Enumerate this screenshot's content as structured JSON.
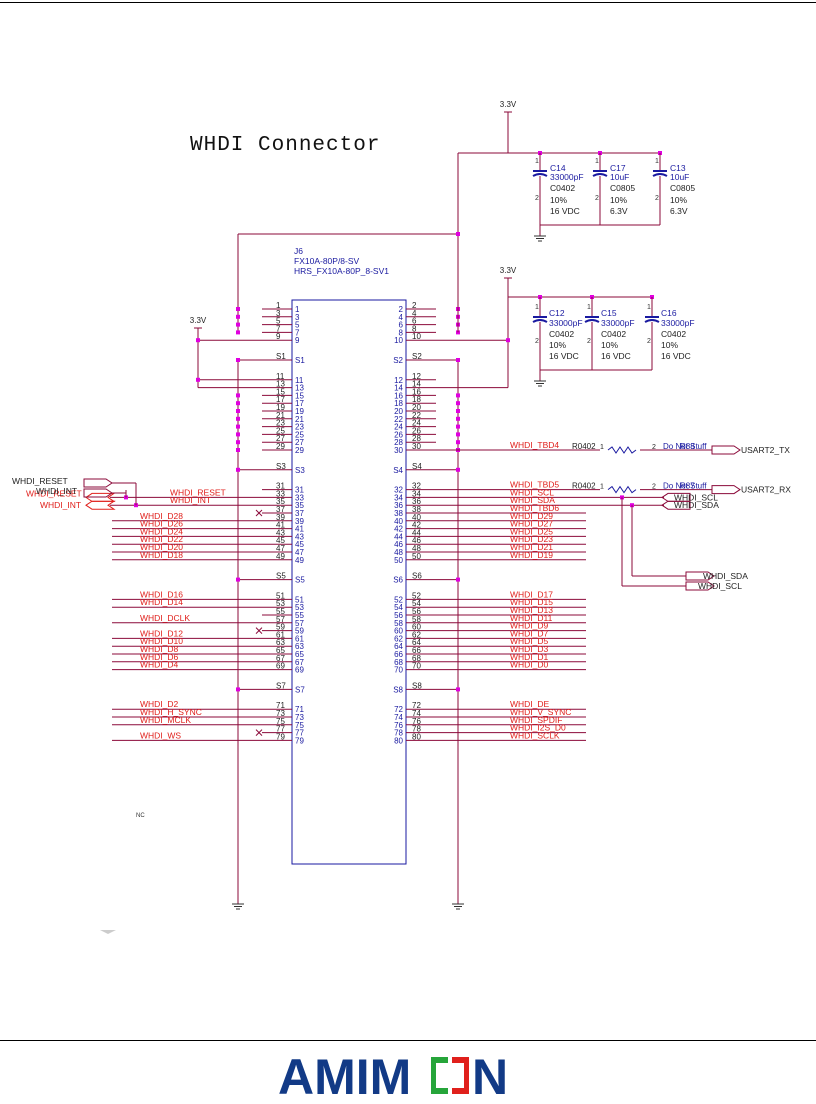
{
  "page": {
    "title": "WHDI Connector",
    "logo_text": "AMIMON",
    "colors": {
      "wire": "#8b0a3a",
      "label_red": "#e0201c",
      "component": "#1a1aa0",
      "junction": "#e000e0",
      "ground": "#303030",
      "logo_blue": "#123a86",
      "logo_green": "#26a53a",
      "logo_red": "#e0201c"
    }
  },
  "connector": {
    "ref": "J6",
    "part": "FX10A-80P/8-SV",
    "footprint": "HRS_FX10A-80P_8-SV1",
    "left_pins": [
      "1",
      "3",
      "5",
      "7",
      "9",
      "S1",
      "11",
      "13",
      "15",
      "17",
      "19",
      "21",
      "23",
      "25",
      "27",
      "29",
      "S3",
      "31",
      "33",
      "35",
      "37",
      "39",
      "41",
      "43",
      "45",
      "47",
      "49",
      "S5",
      "51",
      "53",
      "55",
      "57",
      "59",
      "61",
      "63",
      "65",
      "67",
      "69",
      "S7",
      "71",
      "73",
      "75",
      "77",
      "79"
    ],
    "right_pins": [
      "2",
      "4",
      "6",
      "8",
      "10",
      "S2",
      "12",
      "14",
      "16",
      "18",
      "20",
      "22",
      "24",
      "26",
      "28",
      "30",
      "S4",
      "32",
      "34",
      "36",
      "38",
      "40",
      "42",
      "44",
      "46",
      "48",
      "50",
      "S6",
      "52",
      "54",
      "56",
      "58",
      "60",
      "62",
      "64",
      "66",
      "68",
      "70",
      "S8",
      "72",
      "74",
      "76",
      "78",
      "80"
    ]
  },
  "power_labels": [
    "3.3V",
    "3.3V",
    "3.3V"
  ],
  "capacitors": [
    {
      "ref": "C14",
      "value": "33000pF",
      "package": "C0402",
      "tolerance": "10%",
      "voltage": "16 VDC"
    },
    {
      "ref": "C17",
      "value": "10uF",
      "package": "C0805",
      "tolerance": "10%",
      "voltage": "6.3V"
    },
    {
      "ref": "C13",
      "value": "10uF",
      "package": "C0805",
      "tolerance": "10%",
      "voltage": "6.3V"
    },
    {
      "ref": "C12",
      "value": "33000pF",
      "package": "C0402",
      "tolerance": "10%",
      "voltage": "16 VDC"
    },
    {
      "ref": "C15",
      "value": "33000pF",
      "package": "C0402",
      "tolerance": "10%",
      "voltage": "16 VDC"
    },
    {
      "ref": "C16",
      "value": "33000pF",
      "package": "C0402",
      "tolerance": "10%",
      "voltage": "16 VDC"
    }
  ],
  "resistors": [
    {
      "package": "R0402",
      "pin1": "1",
      "pin2": "2",
      "note": "Do Not Stuff",
      "ref": "R88"
    },
    {
      "package": "R0402",
      "pin1": "1",
      "pin2": "2",
      "note": "Do Not Stuff",
      "ref": "R87"
    }
  ],
  "ports": [
    "WHDI_RESET",
    "WHDI_INT",
    "WHDI_RESET",
    "WHDI_INT",
    "USART2_TX",
    "USART2_RX",
    "WHDI_SCL",
    "WHDI_SDA",
    "WHDI_SDA",
    "WHDI_SCL"
  ],
  "nc_label": "NC",
  "left_nets": [
    {
      "pin": "33",
      "label": "WHDI_RESET"
    },
    {
      "pin": "35",
      "label": "WHDI_INT"
    },
    {
      "pin": "39",
      "label": "WHDI_D28"
    },
    {
      "pin": "41",
      "label": "WHDI_D26"
    },
    {
      "pin": "43",
      "label": "WHDI_D24"
    },
    {
      "pin": "45",
      "label": "WHDI_D22"
    },
    {
      "pin": "47",
      "label": "WHDI_D20"
    },
    {
      "pin": "49",
      "label": "WHDI_D18"
    },
    {
      "pin": "51",
      "label": "WHDI_D16"
    },
    {
      "pin": "53",
      "label": "WHDI_D14"
    },
    {
      "pin": "57",
      "label": "WHDI_DCLK"
    },
    {
      "pin": "61",
      "label": "WHDI_D12"
    },
    {
      "pin": "63",
      "label": "WHDI_D10"
    },
    {
      "pin": "65",
      "label": "WHDI_D8"
    },
    {
      "pin": "67",
      "label": "WHDI_D6"
    },
    {
      "pin": "69",
      "label": "WHDI_D4"
    },
    {
      "pin": "71",
      "label": "WHDI_D2"
    },
    {
      "pin": "73",
      "label": "WHDI_H_SYNC"
    },
    {
      "pin": "75",
      "label": "WHDI_MCLK"
    },
    {
      "pin": "79",
      "label": "WHDI_WS"
    }
  ],
  "right_nets": [
    {
      "pin": "30",
      "label": "WHDI_TBD4"
    },
    {
      "pin": "32",
      "label": "WHDI_TBD5"
    },
    {
      "pin": "34",
      "label": "WHDI_SCL"
    },
    {
      "pin": "36",
      "label": "WHDI_SDA"
    },
    {
      "pin": "38",
      "label": "WHDI_TBD6"
    },
    {
      "pin": "40",
      "label": "WHDI_D29"
    },
    {
      "pin": "42",
      "label": "WHDI_D27"
    },
    {
      "pin": "44",
      "label": "WHDI_D25"
    },
    {
      "pin": "46",
      "label": "WHDI_D23"
    },
    {
      "pin": "48",
      "label": "WHDI_D21"
    },
    {
      "pin": "50",
      "label": "WHDI_D19"
    },
    {
      "pin": "52",
      "label": "WHDI_D17"
    },
    {
      "pin": "54",
      "label": "WHDI_D15"
    },
    {
      "pin": "56",
      "label": "WHDI_D13"
    },
    {
      "pin": "58",
      "label": "WHDI_D11"
    },
    {
      "pin": "60",
      "label": "WHDI_D9"
    },
    {
      "pin": "62",
      "label": "WHDI_D7"
    },
    {
      "pin": "64",
      "label": "WHDI_D5"
    },
    {
      "pin": "66",
      "label": "WHDI_D3"
    },
    {
      "pin": "68",
      "label": "WHDI_D1"
    },
    {
      "pin": "70",
      "label": "WHDI_D0"
    },
    {
      "pin": "72",
      "label": "WHDI_DE"
    },
    {
      "pin": "74",
      "label": "WHDI_V_SYNC"
    },
    {
      "pin": "76",
      "label": "WHDI_SPDIF"
    },
    {
      "pin": "78",
      "label": "WHDI_I2S_D0"
    },
    {
      "pin": "80",
      "label": "WHDI_SCLK"
    }
  ]
}
